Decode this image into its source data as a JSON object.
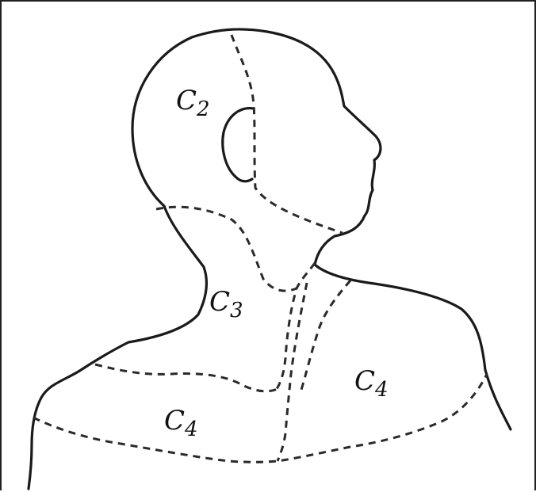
{
  "diagram": {
    "regions": [
      {
        "id": "c2",
        "letter": "C",
        "digit": "2"
      },
      {
        "id": "c3",
        "letter": "C",
        "digit": "3"
      },
      {
        "id": "c4-upper",
        "letter": "C",
        "digit": "4"
      },
      {
        "id": "c4-lower",
        "letter": "C",
        "digit": "4"
      }
    ]
  }
}
